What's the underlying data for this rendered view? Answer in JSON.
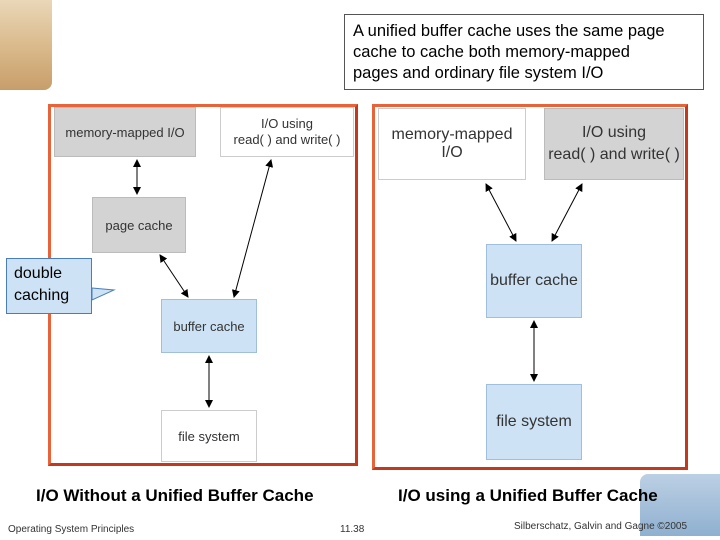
{
  "callout": {
    "lines": [
      "A unified buffer cache uses the same page",
      "cache to cache both memory-mapped",
      "pages and ordinary file system I/O"
    ]
  },
  "left_diagram": {
    "memory_mapped": "memory-mapped I/O",
    "io_using_line1": "I/O using",
    "io_using_line2": "read( ) and write( )",
    "page_cache": "page cache",
    "buffer_cache": "buffer cache",
    "file_system": "file system"
  },
  "right_diagram": {
    "memory_mapped": "memory-mapped I/O",
    "io_using_line1": "I/O using",
    "io_using_line2": "read( ) and write( )",
    "buffer_cache": "buffer cache",
    "file_system": "file system"
  },
  "double_caching": {
    "line1": "double",
    "line2": "caching"
  },
  "captions": {
    "left": "I/O Without a Unified Buffer Cache",
    "right": "I/O using a Unified Buffer Cache"
  },
  "footer": {
    "left": "Operating System Principles",
    "center": "11.38",
    "right": "Silberschatz, Galvin and Gagne ©2005"
  },
  "colors": {
    "frame_border": "#e8623a",
    "gray_box": "#d3d3d3",
    "blue_box": "#cde3f5"
  }
}
